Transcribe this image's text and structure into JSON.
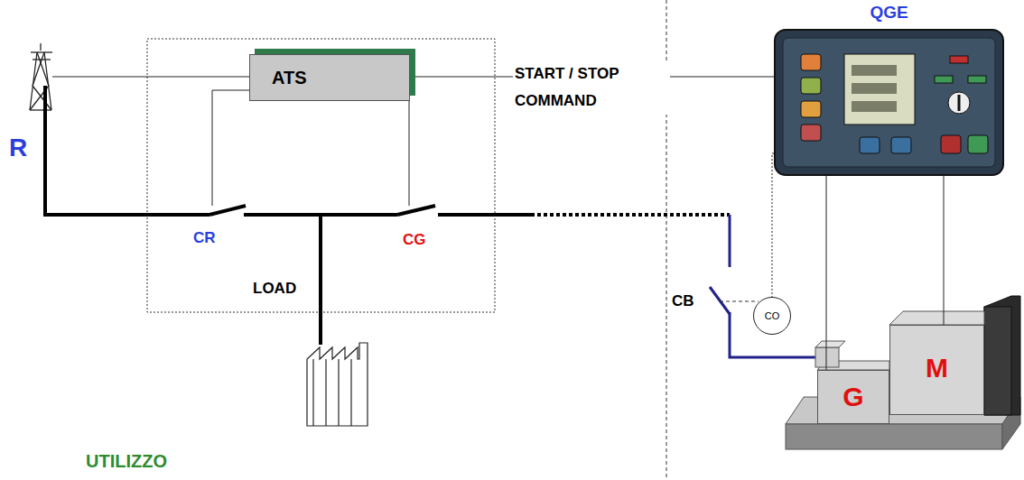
{
  "diagram": {
    "nodes": [
      {
        "text": [
          "ATS"
        ]
      },
      {
        "text": [
          "QGE"
        ]
      },
      {
        "text": [
          "CO"
        ]
      },
      {
        "text": [
          "G"
        ]
      },
      {
        "text": [
          "M"
        ]
      }
    ],
    "edges": [
      {
        "from": 0,
        "to": 1,
        "arrow": "none",
        "label": "START / STOP COMMAND"
      },
      {
        "from": 1,
        "to": 2,
        "arrow": "none"
      },
      {
        "from": 1,
        "to": 3,
        "arrow": "none"
      },
      {
        "from": 1,
        "to": 4,
        "arrow": "none"
      }
    ],
    "labels": [
      "R",
      "CR",
      "CG",
      "LOAD",
      "CB",
      "UTILIZZO"
    ]
  }
}
